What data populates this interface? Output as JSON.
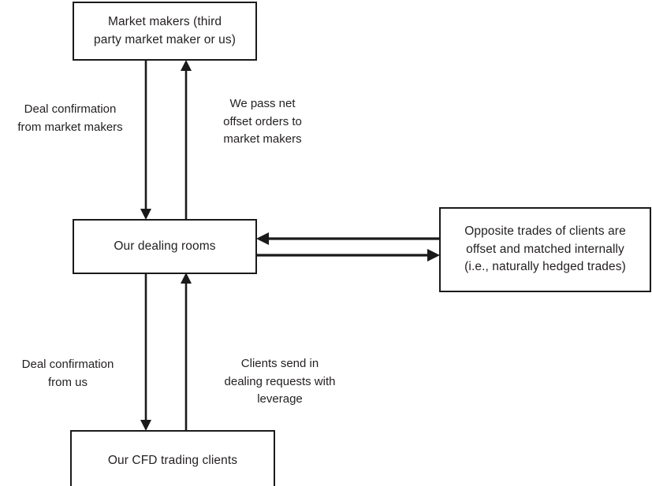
{
  "diagram": {
    "title": "CFD dealing flow diagram",
    "stroke_color": "#1a1a1a",
    "text_color": "#231f20",
    "background_color": "#ffffff",
    "nodes": [
      {
        "id": "market-makers",
        "label": "Market makers (third\nparty market maker or us)"
      },
      {
        "id": "dealing-rooms",
        "label": "Our dealing rooms"
      },
      {
        "id": "internal-match",
        "label": "Opposite trades of clients are\noffset and matched internally\n(i.e., naturally hedged trades)"
      },
      {
        "id": "cfd-clients",
        "label": "Our CFD trading clients"
      }
    ],
    "edge_labels": [
      {
        "id": "deal-confirmation-from-market-makers",
        "text": "Deal confirmation\nfrom market makers"
      },
      {
        "id": "we-pass-net-offset-orders",
        "text": "We pass net\noffset orders to\nmarket makers"
      },
      {
        "id": "deal-confirmation-from-us",
        "text": "Deal confirmation\nfrom us"
      },
      {
        "id": "clients-send-in-dealing-requests",
        "text": "Clients send in\ndealing requests with\nleverage"
      }
    ],
    "edges": [
      {
        "id": "market-makers-to-dealing-rooms",
        "from": "market-makers",
        "to": "dealing-rooms",
        "direction": "down"
      },
      {
        "id": "dealing-rooms-to-market-makers",
        "from": "dealing-rooms",
        "to": "market-makers",
        "direction": "up"
      },
      {
        "id": "dealing-rooms-to-cfd-clients",
        "from": "dealing-rooms",
        "to": "cfd-clients",
        "direction": "down"
      },
      {
        "id": "cfd-clients-to-dealing-rooms",
        "from": "cfd-clients",
        "to": "dealing-rooms",
        "direction": "up"
      },
      {
        "id": "internal-match-to-dealing-rooms",
        "from": "internal-match",
        "to": "dealing-rooms",
        "direction": "left"
      },
      {
        "id": "dealing-rooms-to-internal-match",
        "from": "dealing-rooms",
        "to": "internal-match",
        "direction": "right"
      }
    ]
  }
}
